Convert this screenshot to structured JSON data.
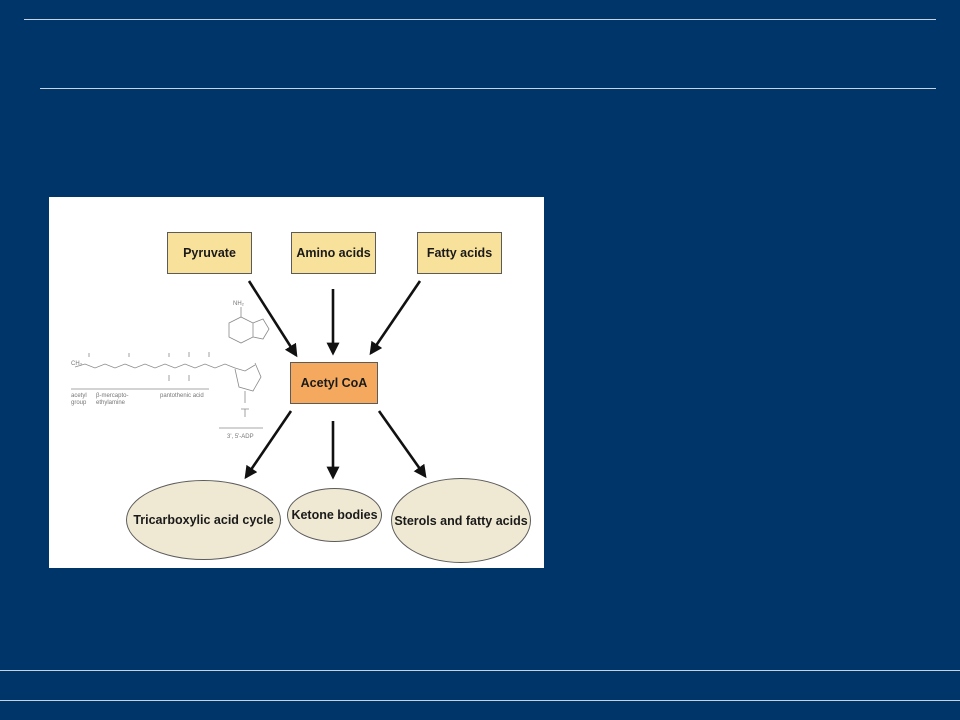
{
  "diagram": {
    "sources": [
      {
        "id": "pyruvate",
        "label": "Pyruvate"
      },
      {
        "id": "amino",
        "label": "Amino acids"
      },
      {
        "id": "fatty",
        "label": "Fatty acids"
      }
    ],
    "hub": {
      "id": "acetyl",
      "label": "Acetyl CoA"
    },
    "products": [
      {
        "id": "tca",
        "label": "Tricarboxylic acid cycle"
      },
      {
        "id": "ketone",
        "label": "Ketone bodies"
      },
      {
        "id": "sterols",
        "label": "Sterols and fatty acids"
      }
    ],
    "edges": [
      {
        "from": "pyruvate",
        "to": "acetyl"
      },
      {
        "from": "amino",
        "to": "acetyl"
      },
      {
        "from": "fatty",
        "to": "acetyl"
      },
      {
        "from": "acetyl",
        "to": "tca"
      },
      {
        "from": "acetyl",
        "to": "ketone"
      },
      {
        "from": "acetyl",
        "to": "sterols"
      }
    ],
    "structure_labels": {
      "acetyl_group_1": "acetyl",
      "acetyl_group_2": "group",
      "mercapto_1": "β-mercapto-",
      "mercapto_2": "ethylamine",
      "pantothenic": "pantothenic acid",
      "adp": "3', 5'-ADP"
    }
  },
  "colors": {
    "background": "#00356a",
    "source_fill": "#f8e19a",
    "hub_fill": "#f4a95e",
    "product_fill": "#efe9d3"
  }
}
